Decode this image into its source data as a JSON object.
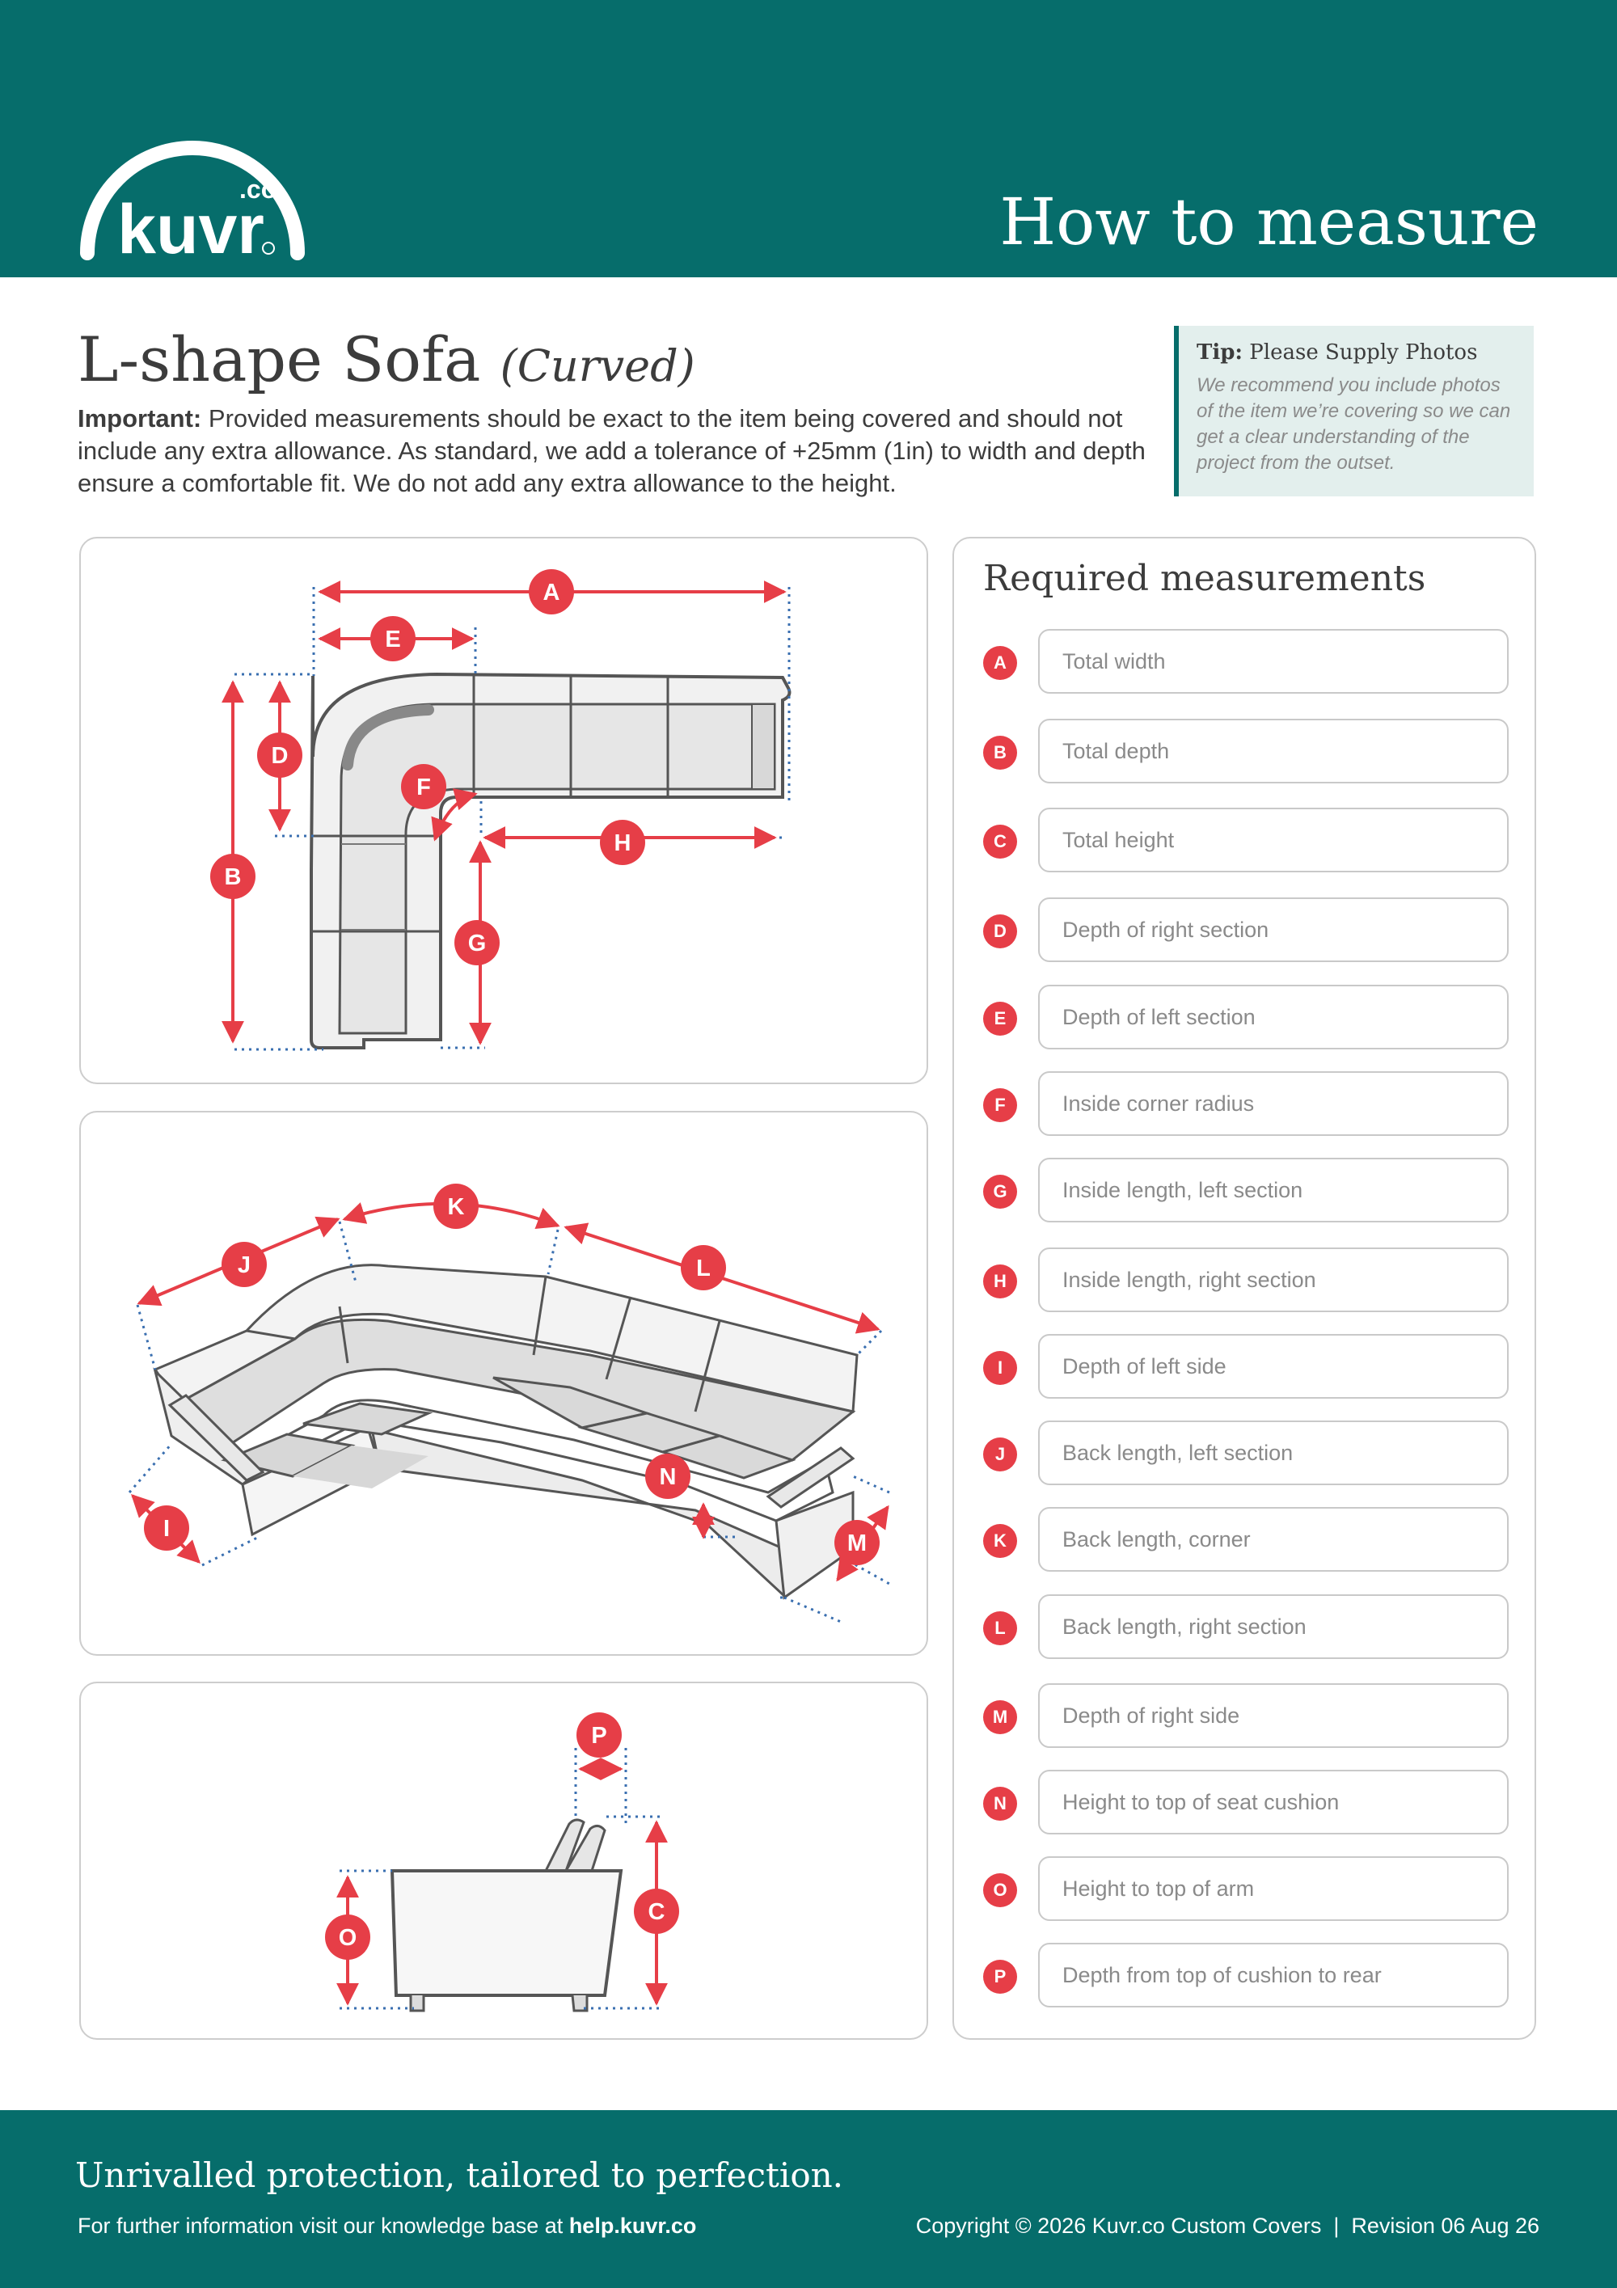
{
  "header": {
    "logo_text": "kuvr",
    "logo_suffix": ".co",
    "title": "How to measure"
  },
  "intro": {
    "title": "L-shape Sofa",
    "variant": "(Curved)",
    "important_label": "Important:",
    "important_text": "Provided measurements should be exact to the item being covered and should not include any extra allowance. As standard, we add a tolerance of +25mm (1in) to width and depth ensure a comfortable fit. We do not add any extra allowance to the height."
  },
  "tip": {
    "label": "Tip:",
    "heading": "Please Supply Photos",
    "body": "We recommend you include photos of the item we’re covering so we can get a clear understanding of the project from the outset."
  },
  "diagrams": {
    "top_view_markers": [
      "A",
      "B",
      "D",
      "E",
      "F",
      "G",
      "H"
    ],
    "perspective_markers": [
      "I",
      "J",
      "K",
      "L",
      "M",
      "N"
    ],
    "side_view_markers": [
      "O",
      "P",
      "C"
    ]
  },
  "measurements": {
    "title": "Required measurements",
    "items": [
      {
        "letter": "A",
        "label": "Total width"
      },
      {
        "letter": "B",
        "label": "Total depth"
      },
      {
        "letter": "C",
        "label": "Total height"
      },
      {
        "letter": "D",
        "label": "Depth of right section"
      },
      {
        "letter": "E",
        "label": "Depth of left section"
      },
      {
        "letter": "F",
        "label": "Inside corner radius"
      },
      {
        "letter": "G",
        "label": "Inside length, left section"
      },
      {
        "letter": "H",
        "label": "Inside length, right section"
      },
      {
        "letter": "I",
        "label": "Depth of left side"
      },
      {
        "letter": "J",
        "label": "Back length, left section"
      },
      {
        "letter": "K",
        "label": "Back length, corner"
      },
      {
        "letter": "L",
        "label": "Back length, right section"
      },
      {
        "letter": "M",
        "label": "Depth of right side"
      },
      {
        "letter": "N",
        "label": "Height to top of seat cushion"
      },
      {
        "letter": "O",
        "label": "Height to top of arm"
      },
      {
        "letter": "P",
        "label": "Depth from top of cushion to rear"
      }
    ]
  },
  "footer": {
    "tagline": "Unrivalled protection, tailored to perfection.",
    "info_text": "For further information visit our knowledge base at",
    "info_link": "help.kuvr.co",
    "copyright": "Copyright © 2026 Kuvr.co Custom Covers  |  Revision 06 Aug 26"
  },
  "colors": {
    "brand_teal": "#066d6b",
    "marker_red": "#e63e47",
    "tip_background": "#e3efed"
  }
}
